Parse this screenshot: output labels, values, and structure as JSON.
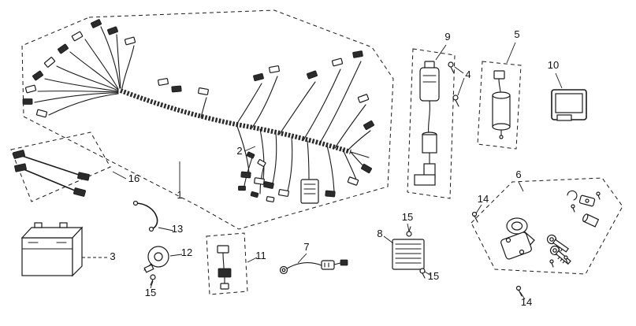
{
  "diagram": {
    "kind": "exploded-parts-diagram",
    "background": "#ffffff",
    "line_color": "#1a1a1a"
  },
  "callouts": [
    {
      "label": "1",
      "component": "wiring-harness"
    },
    {
      "label": "2",
      "component": "harness-connector-cluster"
    },
    {
      "label": "3",
      "component": "battery"
    },
    {
      "label": "4",
      "component": "ignition-coil-screws"
    },
    {
      "label": "5",
      "component": "flasher-relay"
    },
    {
      "label": "6",
      "component": "lock-set"
    },
    {
      "label": "7",
      "component": "lead-wire"
    },
    {
      "label": "8",
      "component": "regulator-rectifier"
    },
    {
      "label": "9",
      "component": "ignition-coil"
    },
    {
      "label": "10",
      "component": "cdi-unit"
    },
    {
      "label": "11",
      "component": "resistor-assembly"
    },
    {
      "label": "12",
      "component": "horn"
    },
    {
      "label": "13",
      "component": "wire-clamp"
    },
    {
      "label": "14",
      "component": "screw"
    },
    {
      "label": "14",
      "component": "screw"
    },
    {
      "label": "15",
      "component": "screw"
    },
    {
      "label": "15",
      "component": "screw"
    },
    {
      "label": "15",
      "component": "screw"
    },
    {
      "label": "16",
      "component": "battery-cable"
    }
  ]
}
